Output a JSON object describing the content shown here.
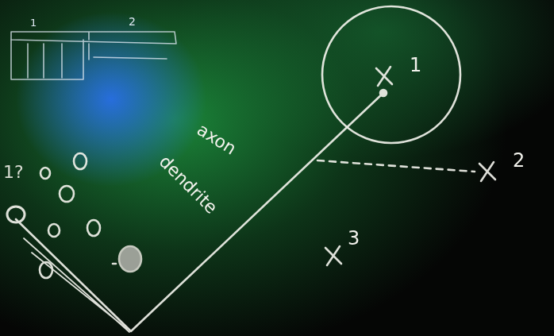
{
  "diagram": {
    "nodes": [
      {
        "text": [
          "1"
        ]
      }
    ],
    "labels": [
      "2",
      "3",
      "1?",
      "1",
      "2",
      "axon",
      "dendrite"
    ]
  }
}
